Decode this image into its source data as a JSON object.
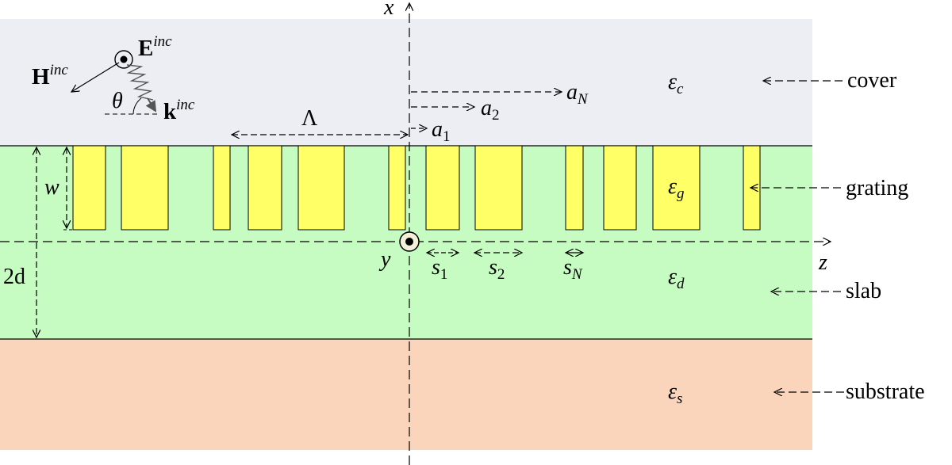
{
  "regions": {
    "cover": {
      "label": "cover",
      "permittivity": "ε",
      "subscript": "c",
      "color": "#eceef4"
    },
    "grating": {
      "label": "grating",
      "permittivity": "ε",
      "subscript": "g"
    },
    "slab": {
      "label": "slab",
      "permittivity": "ε",
      "subscript": "d",
      "color": "#c6fcc1"
    },
    "substrate": {
      "label": "substrate",
      "permittivity": "ε",
      "subscript": "s",
      "color": "#fad5bb"
    }
  },
  "grating_bar_color": "#ffff66",
  "axes": {
    "x": "x",
    "z": "z",
    "y": "y"
  },
  "dimensions": {
    "period": "Λ",
    "width": "w",
    "slab_thickness": "2d",
    "offsets": [
      {
        "base": "a",
        "sub": "1"
      },
      {
        "base": "a",
        "sub": "2"
      },
      {
        "base": "a",
        "sub": "N"
      }
    ],
    "spacings": [
      {
        "base": "s",
        "sub": "1"
      },
      {
        "base": "s",
        "sub": "2"
      },
      {
        "base": "s",
        "sub": "N"
      }
    ]
  },
  "incident": {
    "E": "E",
    "E_sup": "inc",
    "H": "H",
    "H_sup": "inc",
    "k": "k",
    "k_sup": "inc",
    "angle": "θ"
  }
}
